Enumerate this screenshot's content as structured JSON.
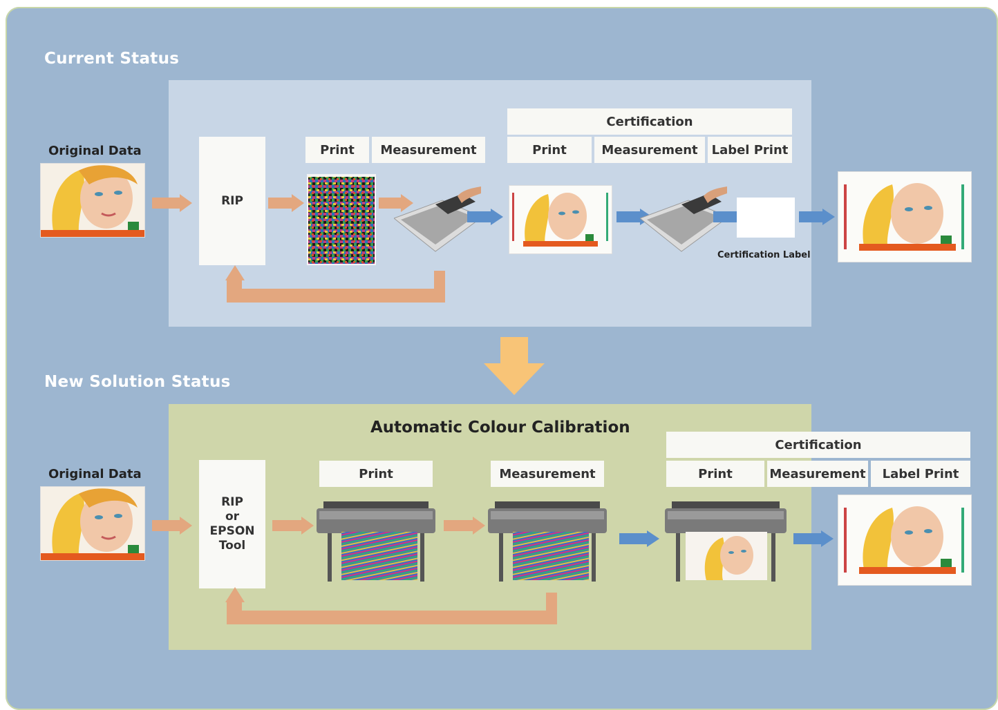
{
  "current": {
    "title": "Current Status",
    "original_label": "Original Data",
    "rip_label": "RIP",
    "print_label": "Print",
    "measurement_label": "Measurement",
    "cert_header": "Certification",
    "cert_print": "Print",
    "cert_measurement": "Measurement",
    "cert_label_print": "Label Print",
    "cert_label_caption": "Certification Label"
  },
  "new": {
    "title": "New Solution Status",
    "panel_title": "Automatic Colour Calibration",
    "original_label": "Original Data",
    "rip_lines": [
      "RIP",
      "or",
      "EPSON",
      "Tool"
    ],
    "print_label": "Print",
    "measurement_label": "Measurement",
    "cert_header": "Certification",
    "cert_print": "Print",
    "cert_measurement": "Measurement",
    "cert_label_print": "Label Print"
  },
  "colors": {
    "frame_bg": "#9db6d0",
    "current_panel": "#c8d6e6",
    "new_panel": "#cfd6aa",
    "orange_arrow": "#e3a77f",
    "blue_arrow": "#5b8fcb",
    "down_arrow": "#f8c477"
  }
}
